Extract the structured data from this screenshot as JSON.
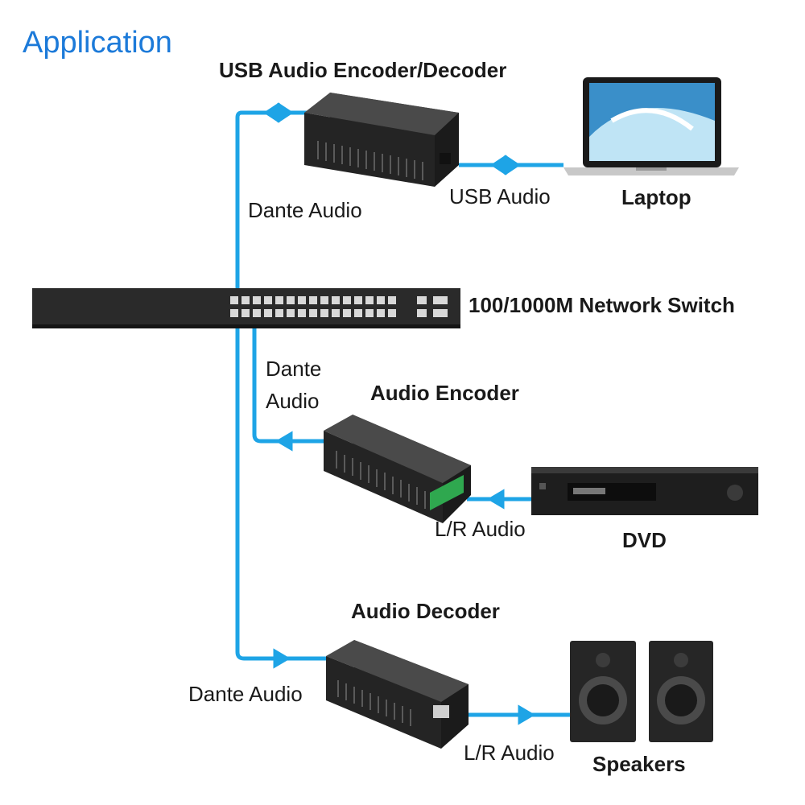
{
  "title": "Application",
  "devices": {
    "usb_encoder_decoder": "USB Audio Encoder/Decoder",
    "laptop": "Laptop",
    "network_switch": "100/1000M Network Switch",
    "audio_encoder": "Audio Encoder",
    "dvd": "DVD",
    "audio_decoder": "Audio Decoder",
    "speakers": "Speakers"
  },
  "links": {
    "dante_top": "Dante Audio",
    "usb_audio": "USB Audio",
    "dante_mid_line1": "Dante",
    "dante_mid_line2": "Audio",
    "lr_audio_dvd": "L/R Audio",
    "dante_bottom": "Dante Audio",
    "lr_audio_speakers": "L/R Audio"
  },
  "colors": {
    "link_line": "#1ea4e6",
    "title": "#1c7ad9",
    "device_body": "#2b2b2b"
  }
}
